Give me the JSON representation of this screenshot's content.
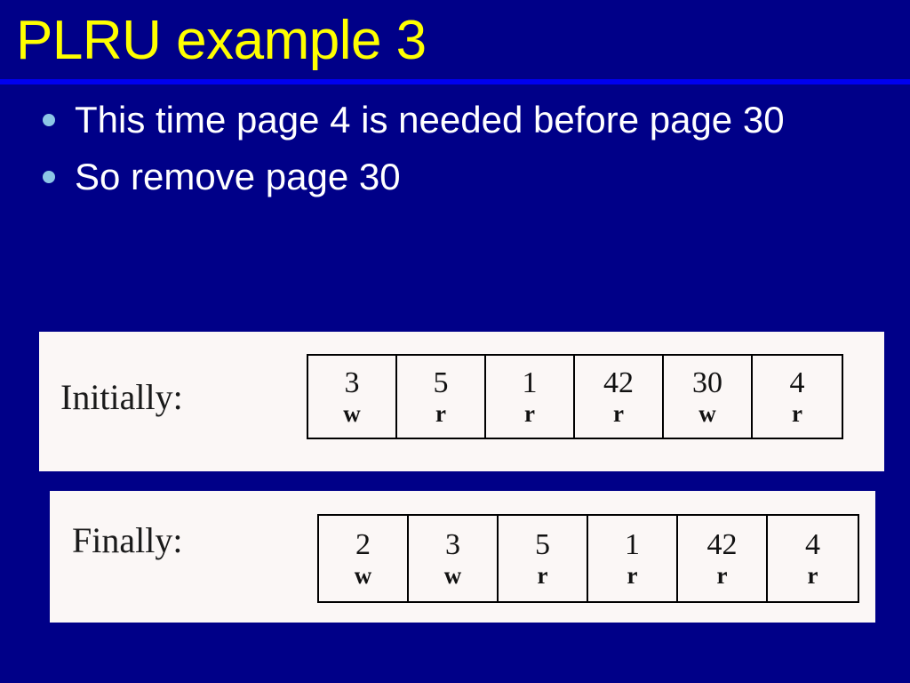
{
  "slide": {
    "title": "PLRU example 3",
    "background_color": "#000088",
    "title_color": "#FFFF00",
    "rule_color": "#0000EE",
    "bullet_color": "#8CC6E6",
    "panel_color": "#FBF7F6",
    "text_color": "#FFFFFF"
  },
  "bullets": [
    {
      "text": "This time page 4 is needed before page 30"
    },
    {
      "text": "So remove page 30"
    }
  ],
  "panels": [
    {
      "label": "Initially:",
      "cells": [
        {
          "page": "3",
          "mode": "w"
        },
        {
          "page": "5",
          "mode": "r"
        },
        {
          "page": "1",
          "mode": "r"
        },
        {
          "page": "42",
          "mode": "r"
        },
        {
          "page": "30",
          "mode": "w"
        },
        {
          "page": "4",
          "mode": "r"
        }
      ]
    },
    {
      "label": "Finally:",
      "cells": [
        {
          "page": "2",
          "mode": "w"
        },
        {
          "page": "3",
          "mode": "w"
        },
        {
          "page": "5",
          "mode": "r"
        },
        {
          "page": "1",
          "mode": "r"
        },
        {
          "page": "42",
          "mode": "r"
        },
        {
          "page": "4",
          "mode": "r"
        }
      ]
    }
  ]
}
